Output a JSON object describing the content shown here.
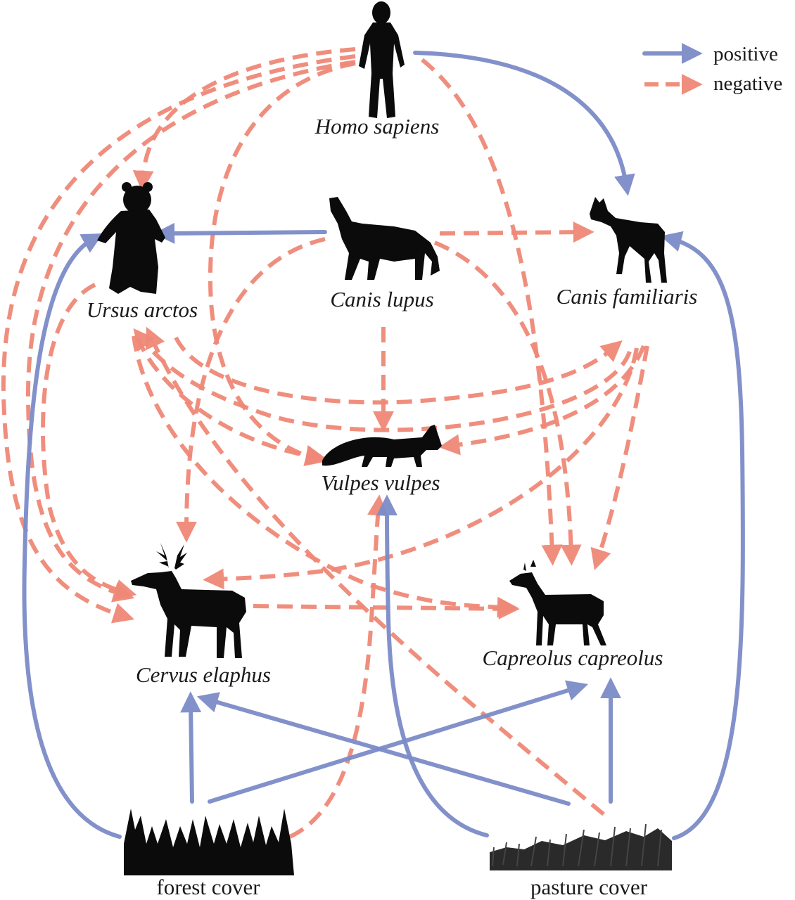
{
  "legend": {
    "positive": {
      "label": "positive",
      "color": "#7c8cc8",
      "style": "solid"
    },
    "negative": {
      "label": "negative",
      "color": "#f08878",
      "style": "dashed"
    }
  },
  "nodes": {
    "homo": {
      "label": "Homo sapiens",
      "icon": "human-silhouette-icon"
    },
    "ursus": {
      "label": "Ursus arctos",
      "icon": "bear-silhouette-icon"
    },
    "lupus": {
      "label": "Canis lupus",
      "icon": "wolf-silhouette-icon"
    },
    "familiaris": {
      "label": "Canis familiaris",
      "icon": "dog-silhouette-icon"
    },
    "vulpes": {
      "label": "Vulpes vulpes",
      "icon": "fox-silhouette-icon"
    },
    "cervus": {
      "label": "Cervus elaphus",
      "icon": "red-deer-silhouette-icon"
    },
    "capreolus": {
      "label": "Capreolus capreolus",
      "icon": "roe-deer-silhouette-icon"
    },
    "forest": {
      "label": "forest cover",
      "icon": "forest-trees-icon"
    },
    "pasture": {
      "label": "pasture cover",
      "icon": "grass-icon"
    }
  },
  "edges": [
    {
      "from": "Homo sapiens",
      "to": "Canis familiaris",
      "effect": "positive"
    },
    {
      "from": "Homo sapiens",
      "to": "Ursus arctos",
      "effect": "negative"
    },
    {
      "from": "Homo sapiens",
      "to": "Cervus elaphus",
      "effect": "negative"
    },
    {
      "from": "Homo sapiens",
      "to": "Capreolus capreolus",
      "effect": "negative"
    },
    {
      "from": "Homo sapiens",
      "to": "Vulpes vulpes",
      "effect": "negative"
    },
    {
      "from": "Canis lupus",
      "to": "Ursus arctos",
      "effect": "positive"
    },
    {
      "from": "Canis lupus",
      "to": "Canis familiaris",
      "effect": "negative"
    },
    {
      "from": "Canis lupus",
      "to": "Vulpes vulpes",
      "effect": "negative"
    },
    {
      "from": "Canis lupus",
      "to": "Cervus elaphus",
      "effect": "negative"
    },
    {
      "from": "Canis lupus",
      "to": "Capreolus capreolus",
      "effect": "negative"
    },
    {
      "from": "Ursus arctos",
      "to": "Vulpes vulpes",
      "effect": "negative"
    },
    {
      "from": "Ursus arctos",
      "to": "Canis familiaris",
      "effect": "negative"
    },
    {
      "from": "Ursus arctos",
      "to": "Cervus elaphus",
      "effect": "negative"
    },
    {
      "from": "Ursus arctos",
      "to": "Capreolus capreolus",
      "effect": "negative"
    },
    {
      "from": "Canis familiaris",
      "to": "Ursus arctos",
      "effect": "negative"
    },
    {
      "from": "Canis familiaris",
      "to": "Vulpes vulpes",
      "effect": "negative"
    },
    {
      "from": "Canis familiaris",
      "to": "Cervus elaphus",
      "effect": "negative"
    },
    {
      "from": "Canis familiaris",
      "to": "Capreolus capreolus",
      "effect": "negative"
    },
    {
      "from": "Cervus elaphus",
      "to": "Capreolus capreolus",
      "effect": "negative"
    },
    {
      "from": "forest cover",
      "to": "Cervus elaphus",
      "effect": "positive"
    },
    {
      "from": "forest cover",
      "to": "Capreolus capreolus",
      "effect": "positive"
    },
    {
      "from": "forest cover",
      "to": "Ursus arctos",
      "effect": "positive"
    },
    {
      "from": "forest cover",
      "to": "Vulpes vulpes",
      "effect": "negative"
    },
    {
      "from": "pasture cover",
      "to": "Cervus elaphus",
      "effect": "positive"
    },
    {
      "from": "pasture cover",
      "to": "Capreolus capreolus",
      "effect": "positive"
    },
    {
      "from": "pasture cover",
      "to": "Vulpes vulpes",
      "effect": "positive"
    },
    {
      "from": "pasture cover",
      "to": "Canis familiaris",
      "effect": "positive"
    },
    {
      "from": "pasture cover",
      "to": "Ursus arctos",
      "effect": "negative"
    }
  ]
}
